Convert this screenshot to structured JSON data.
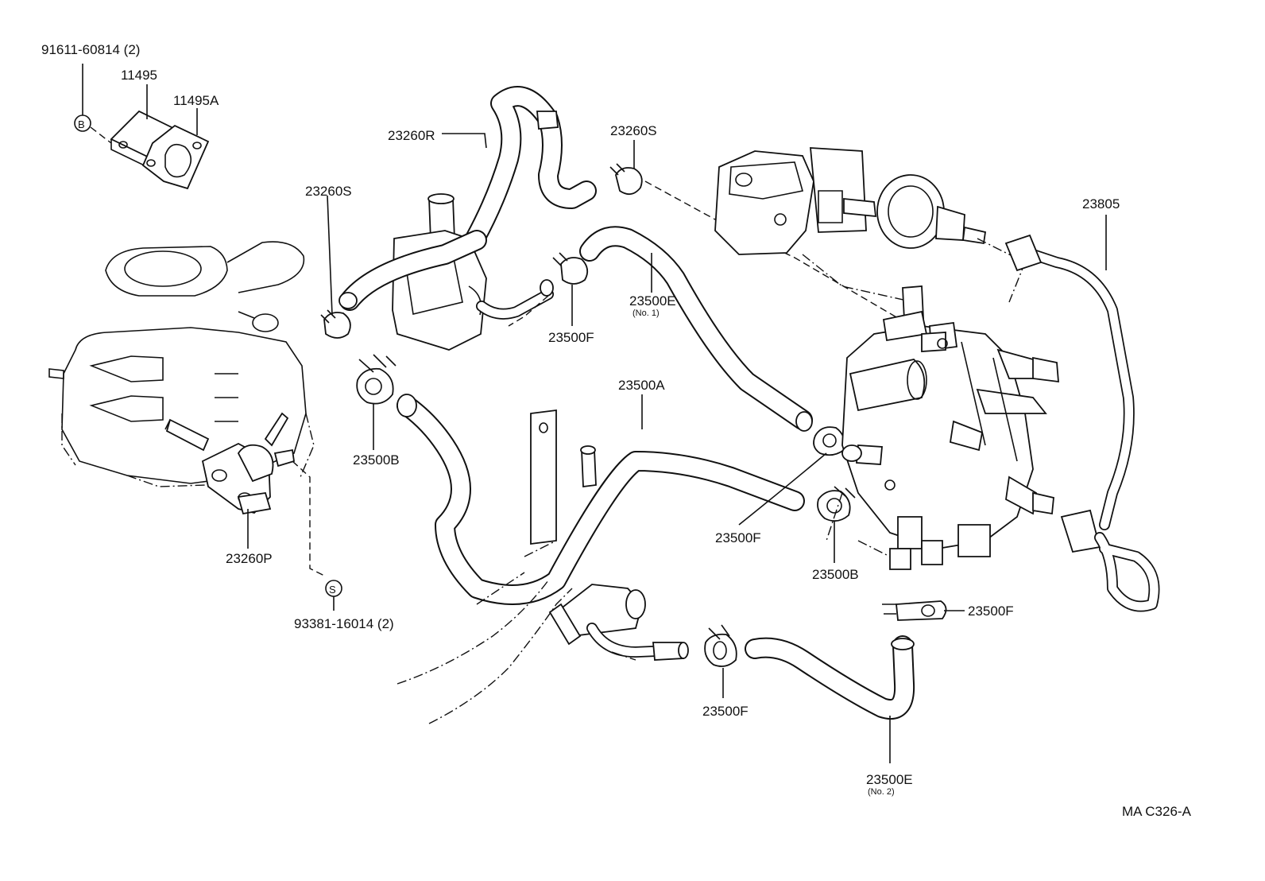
{
  "labels": {
    "bolt_91611": "91611-60814 (2)",
    "p11495": "11495",
    "p11495a": "11495A",
    "marker_b": "B",
    "p23260r": "23260R",
    "p23260s_top": "23260S",
    "p23260s_left": "23260S",
    "p23805": "23805",
    "p23500e_no1": "23500E",
    "p23500e_no1_sub": "(No. 1)",
    "p23500f_top": "23500F",
    "p23500a": "23500A",
    "p23500b_left": "23500B",
    "p23500f_mid": "23500F",
    "p23500b_right": "23500B",
    "p23500f_right": "23500F",
    "p23260p": "23260P",
    "marker_s": "S",
    "bolt_93381": "93381-16014 (2)",
    "p23500f_bottom": "23500F",
    "p23500e_no2": "23500E",
    "p23500e_no2_sub": "(No. 2)",
    "figure_code": "MA  C326-A"
  }
}
